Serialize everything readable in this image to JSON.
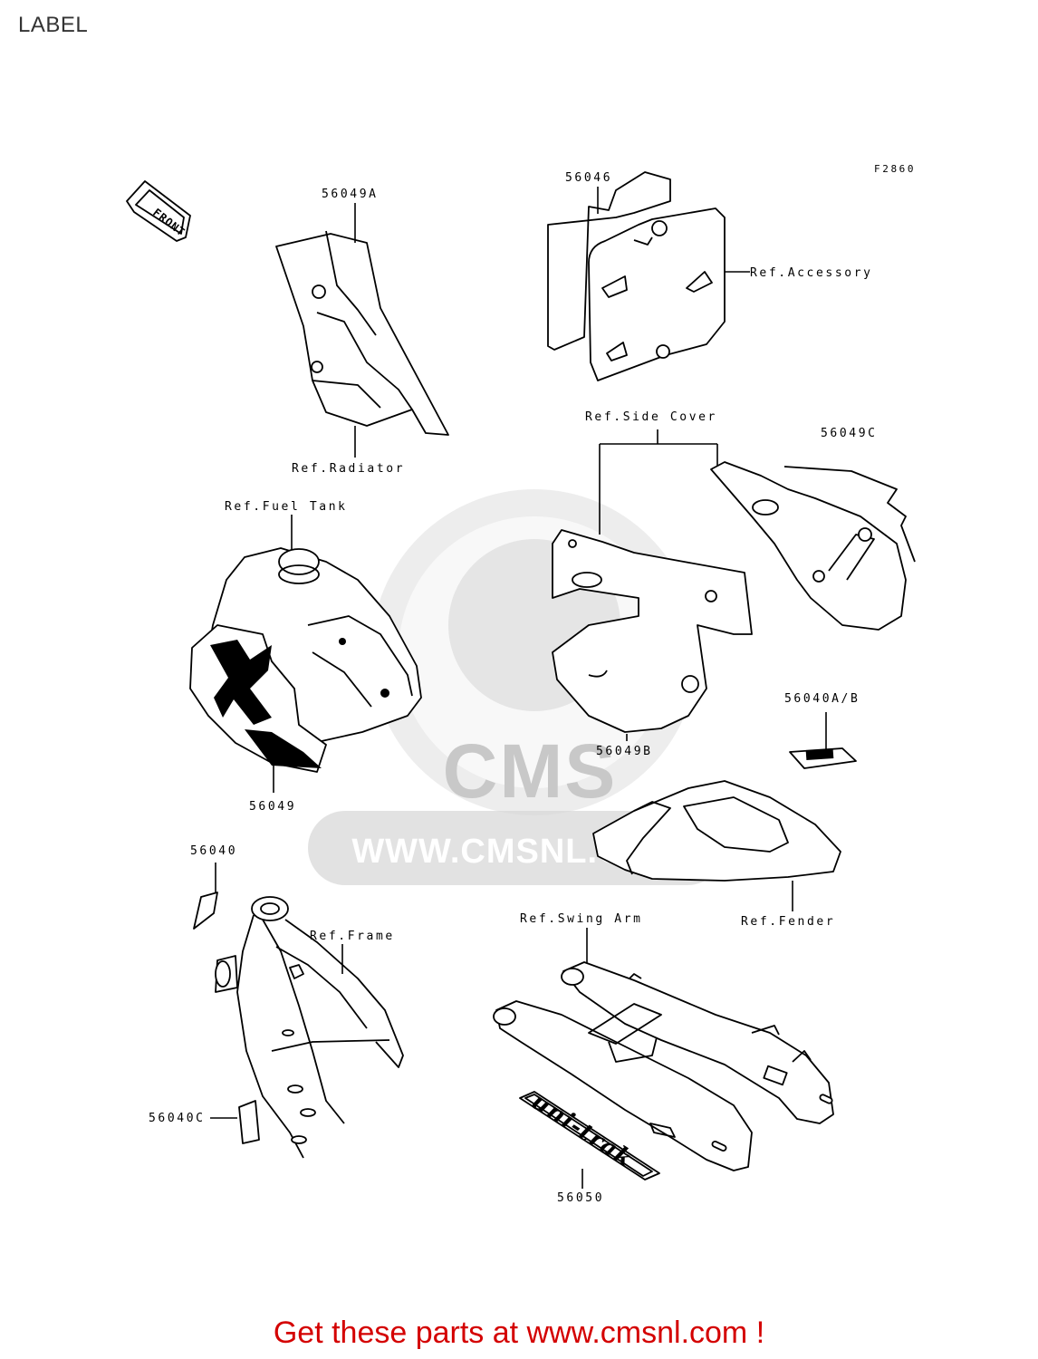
{
  "page_title": "LABEL",
  "figure_code": "F2860",
  "front_arrow_text": "FRONT",
  "watermark": {
    "brand": "CMS",
    "url": "WWW.CMSNL.COM"
  },
  "callouts": {
    "p56049A": "56049A",
    "p56046": "56046",
    "ref_accessory": "Ref.Accessory",
    "ref_radiator": "Ref.Radiator",
    "ref_side_cover": "Ref.Side Cover",
    "p56049C": "56049C",
    "ref_fuel_tank": "Ref.Fuel Tank",
    "p56049B": "56049B",
    "p56040AB": "56040A/B",
    "p56049": "56049",
    "p56040": "56040",
    "ref_frame": "Ref.Frame",
    "ref_swing_arm": "Ref.Swing Arm",
    "ref_fender": "Ref.Fender",
    "p56040C": "56040C",
    "p56050": "56050"
  },
  "decal_text": "uni-trak",
  "footer_link": "Get these parts at www.cmsnl.com !"
}
